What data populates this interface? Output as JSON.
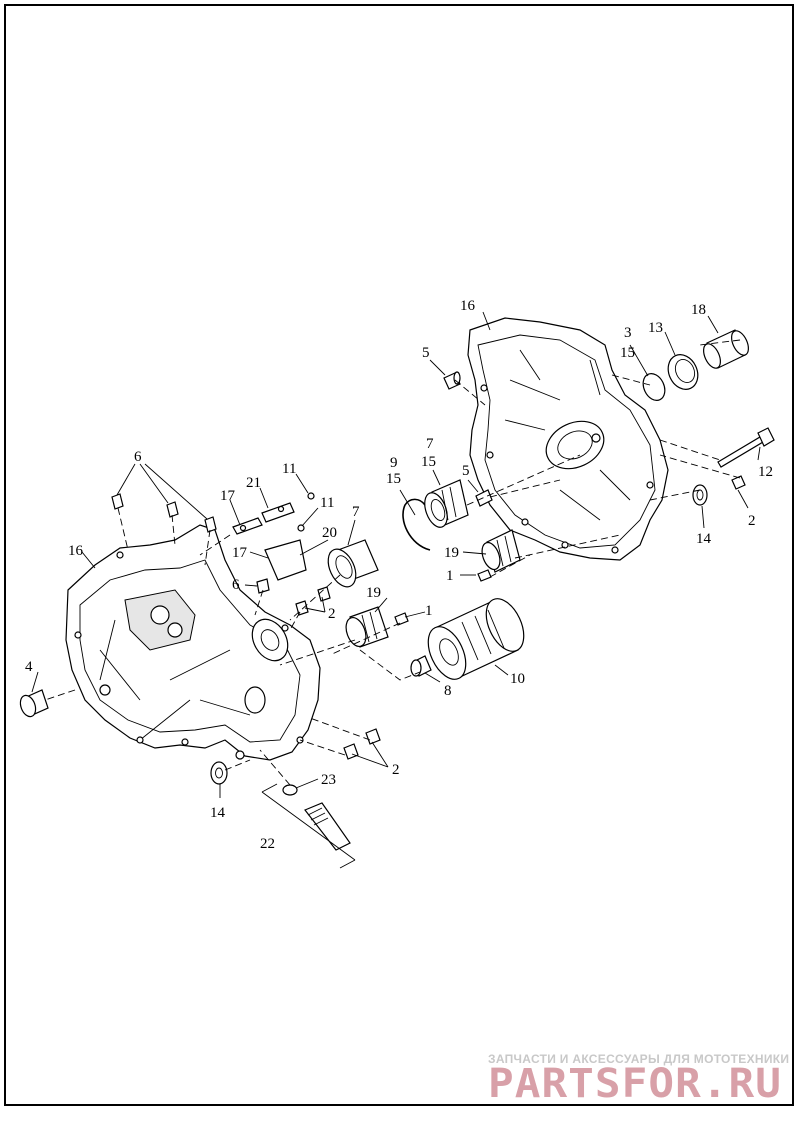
{
  "callouts": {
    "c16_right": "16",
    "c18": "18",
    "c3": "3",
    "c13": "13",
    "c5_top": "5",
    "c15_top": "15",
    "c7_mid": "7",
    "c9": "9",
    "c15_ring": "15",
    "c15_mid": "15",
    "c5_mid": "5",
    "c12": "12",
    "c2_right": "2",
    "c14_right": "14",
    "c19_mid": "19",
    "c1_mid": "1",
    "c6_top": "6",
    "c21": "21",
    "c11_top": "11",
    "c17_top": "17",
    "c11_mid": "11",
    "c7_left": "7",
    "c20": "20",
    "c17_mid": "17",
    "c16_left": "16",
    "c6_mid": "6",
    "c2_mid": "2",
    "c19_low": "19",
    "c1_low": "1",
    "c4": "4",
    "c10": "10",
    "c8": "8",
    "c2_low": "2",
    "c23": "23",
    "c14_left": "14",
    "c22": "22"
  },
  "watermark": {
    "caption": "ЗАПЧАСТИ И АКСЕССУАРЫ ДЛЯ МОТОТЕХНИКИ",
    "brand": "PARTSFOR.RU"
  }
}
